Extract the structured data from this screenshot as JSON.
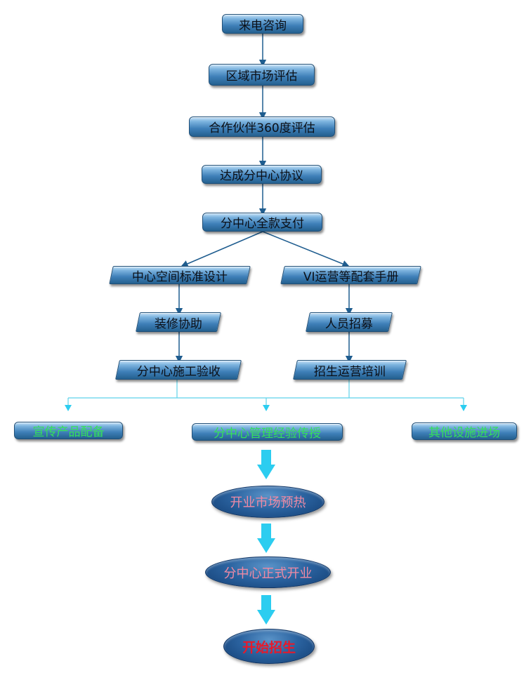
{
  "flow": {
    "n1": "来电咨询",
    "n2": "区域市场评估",
    "n3": "合作伙伴360度评估",
    "n4": "达成分中心协议",
    "n5": "分中心全款支付",
    "left_branch": [
      "中心空间标准设计",
      "装修协助",
      "分中心施工验收"
    ],
    "right_branch": [
      "VI运营等配套手册",
      "人员招募",
      "招生运营培训"
    ],
    "support": [
      "宣传产品配备",
      "分中心管理经验传授",
      "其他设施进场"
    ],
    "final": [
      "开业市场预热",
      "分中心正式开业",
      "开始招生"
    ]
  },
  "colors": {
    "node_blue": "#3e7fb8",
    "connector": "#1f5d8f",
    "cyan_connector": "#5ed2ea",
    "big_arrow": "#2ccdf0",
    "green_text": "#35e05a",
    "pink_text": "#f08aa4",
    "red_text": "#e8192a"
  }
}
